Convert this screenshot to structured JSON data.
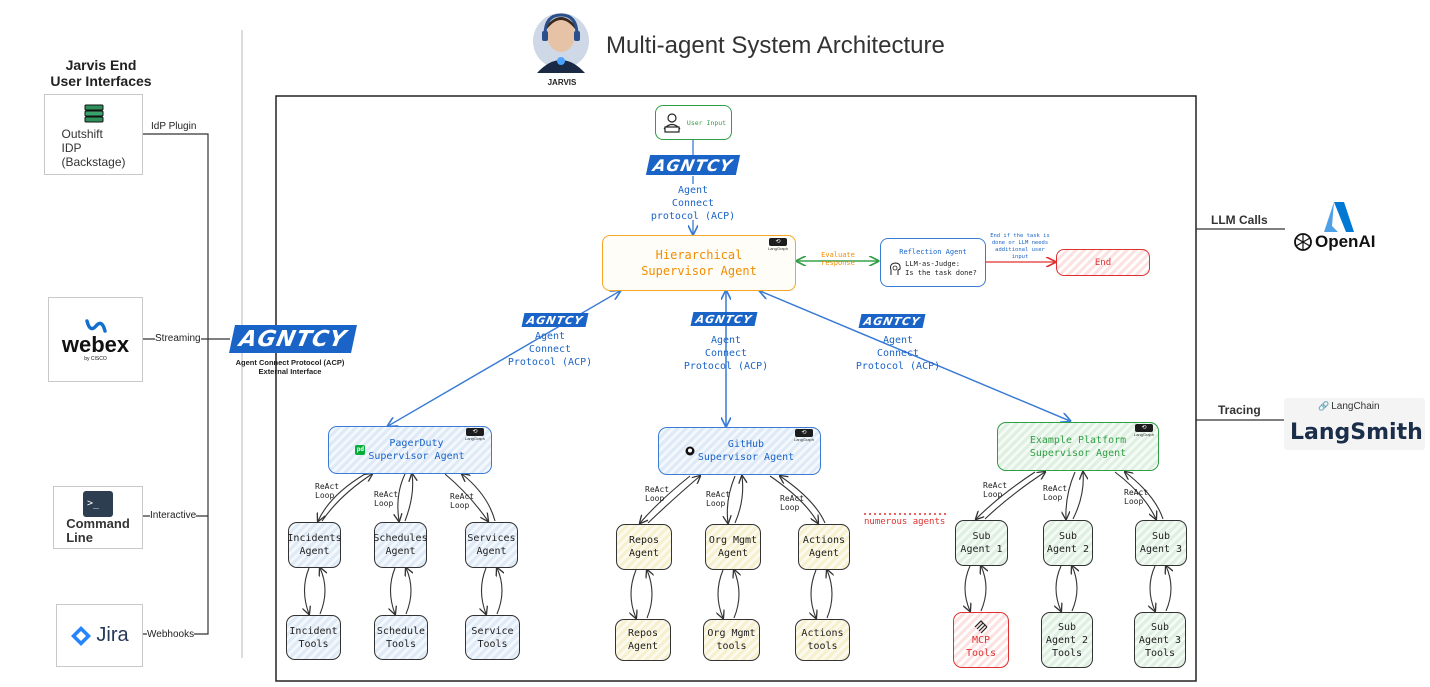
{
  "header": {
    "title": "Multi-agent System Architecture",
    "jarvis_label": "JARVIS"
  },
  "left_panel": {
    "heading": "Jarvis End\nUser Interfaces",
    "interfaces": [
      {
        "name": "Outshift\nIDP\n(Backstage)",
        "channel": "IdP Plugin",
        "icon": "cube-stack-icon"
      },
      {
        "name": "webex",
        "sub": "by CISCO",
        "channel": "Streaming",
        "icon": "webex-logo-icon"
      },
      {
        "name": "Command\nLine",
        "channel": "Interactive",
        "icon": "terminal-icon"
      },
      {
        "name": "Jira",
        "channel": "Webhooks",
        "icon": "jira-logo-icon"
      }
    ]
  },
  "gateway": {
    "logo": "AGNTCY",
    "caption": "Agent Connect Protocol (ACP)\nExternal Interface"
  },
  "top": {
    "user_input": "User Input",
    "acp_logo": "AGNTCY",
    "acp_text": "Agent\nConnect\nprotocol (ACP)"
  },
  "supervisor": {
    "label": "Hierarchical\nSupervisor Agent",
    "badge": "LangGraph"
  },
  "reflection": {
    "edge_label": "Evaluate\nresponse",
    "title": "Reflection Agent",
    "body": "LLM-as-Judge:\nIs the task done?",
    "end_note": "End if the task is\ndone or LLM needs\nadditional user input",
    "end_label": "End"
  },
  "acp_links": [
    {
      "logo": "AGNTCY",
      "text": "Agent\nConnect\nProtocol (ACP)"
    },
    {
      "logo": "AGNTCY",
      "text": "Agent\nConnect\nProtocol (ACP)"
    },
    {
      "logo": "AGNTCY",
      "text": "Agent\nConnect\nProtocol (ACP)"
    }
  ],
  "sub_supervisors": [
    {
      "label": "PagerDuty\nSupervisor Agent",
      "icon": "pagerduty-icon",
      "react_labels": [
        "ReAct\nLoop",
        "ReAct\nLoop",
        "ReAct\nLoop"
      ],
      "agents": [
        "Incidents\nAgent",
        "Schedules\nAgent",
        "Services\nAgent"
      ],
      "tools": [
        "Incident\nTools",
        "Schedule\nTools",
        "Service\nTools"
      ]
    },
    {
      "label": "GitHub\nSupervisor Agent",
      "icon": "github-icon",
      "react_labels": [
        "ReAct\nLoop",
        "ReAct\nLoop",
        "ReAct\nLoop"
      ],
      "agents": [
        "Repos\nAgent",
        "Org Mgmt\nAgent",
        "Actions\nAgent"
      ],
      "tools": [
        "Repos\nAgent",
        "Org Mgmt\ntools",
        "Actions\ntools"
      ]
    },
    {
      "label": "Example Platform\nSupervisor Agent",
      "icon": "",
      "react_labels": [
        "ReAct\nLoop",
        "ReAct\nLoop",
        "ReAct\nLoop"
      ],
      "agents": [
        "Sub\nAgent 1",
        "Sub\nAgent 2",
        "Sub\nAgent 3"
      ],
      "tools": [
        "MCP\nTools",
        "Sub\nAgent 2\nTools",
        "Sub\nAgent 3\nTools"
      ]
    }
  ],
  "numerous_agents": "numerous agents",
  "right_panel": {
    "llm_label": "LLM Calls",
    "openai": "OpenAI",
    "tracing_label": "Tracing",
    "langchain": "LangChain",
    "langsmith": "LangSmith"
  },
  "colors": {
    "acp_blue": "#1b64c7",
    "supervisor_orange": "#f5a623",
    "pagerduty_green": "#06ac38",
    "end_red": "#e03131",
    "reflection_green": "#2f9e44"
  }
}
